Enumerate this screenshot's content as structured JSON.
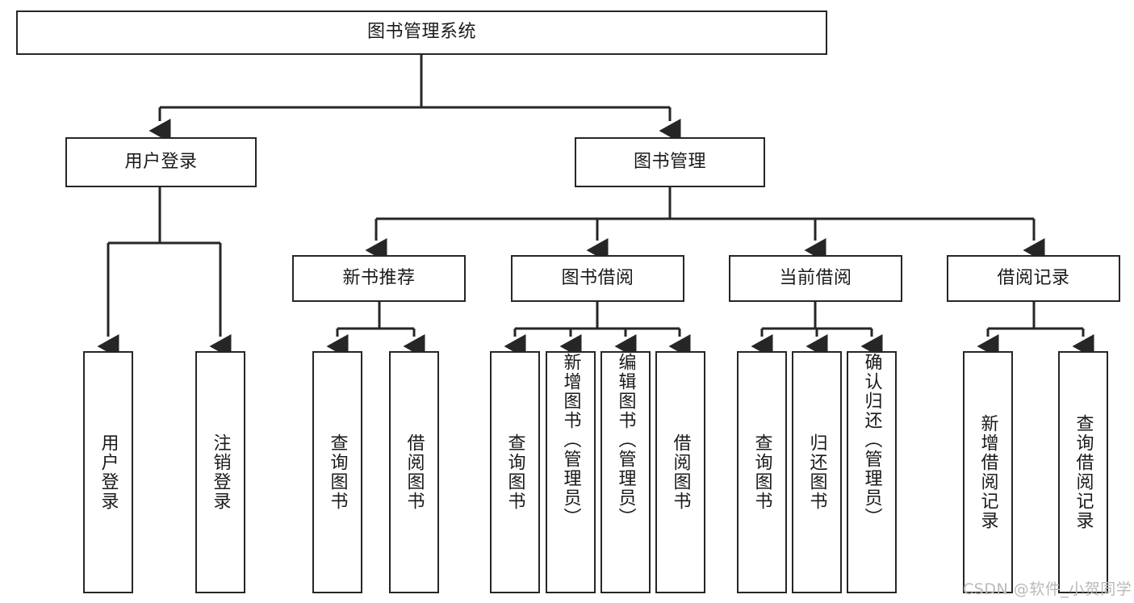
{
  "diagram": {
    "type": "tree-hierarchy",
    "title": "图书管理系统",
    "watermark": "CSDN @软件_小贺同学",
    "colors": {
      "box_border": "#262626",
      "box_fill": "#ffffff",
      "connector": "#262626",
      "text": "#1a1a1a",
      "watermark": "#b9b9b9",
      "background": "#ffffff"
    },
    "levels": [
      {
        "level": 1,
        "nodes": [
          {
            "id": "root",
            "label": "图书管理系统",
            "orientation": "horizontal"
          }
        ]
      },
      {
        "level": 2,
        "nodes": [
          {
            "id": "user-login",
            "label": "用户登录",
            "orientation": "horizontal",
            "parent": "root"
          },
          {
            "id": "book-manage",
            "label": "图书管理",
            "orientation": "horizontal",
            "parent": "root"
          }
        ]
      },
      {
        "level": 3,
        "nodes": [
          {
            "id": "new-book-rec",
            "label": "新书推荐",
            "orientation": "horizontal",
            "parent": "book-manage"
          },
          {
            "id": "book-borrow",
            "label": "图书借阅",
            "orientation": "horizontal",
            "parent": "book-manage"
          },
          {
            "id": "current-borrow",
            "label": "当前借阅",
            "orientation": "horizontal",
            "parent": "book-manage"
          },
          {
            "id": "borrow-record",
            "label": "借阅记录",
            "orientation": "horizontal",
            "parent": "book-manage"
          }
        ]
      },
      {
        "level": 4,
        "nodes": [
          {
            "id": "leaf-user-login",
            "label": "用户登录",
            "orientation": "vertical",
            "parent": "user-login",
            "align": "center"
          },
          {
            "id": "leaf-logout",
            "label": "注销登录",
            "orientation": "vertical",
            "parent": "user-login",
            "align": "center"
          },
          {
            "id": "leaf-query-book-1",
            "label": "查询图书",
            "orientation": "vertical",
            "parent": "new-book-rec",
            "align": "center"
          },
          {
            "id": "leaf-borrow-book-1",
            "label": "借阅图书",
            "orientation": "vertical",
            "parent": "new-book-rec",
            "align": "center"
          },
          {
            "id": "leaf-query-book-2",
            "label": "查询图书",
            "orientation": "vertical",
            "parent": "book-borrow",
            "align": "center"
          },
          {
            "id": "leaf-add-book",
            "label": "新增图书（管理员）",
            "orientation": "vertical",
            "parent": "book-borrow",
            "align": "top"
          },
          {
            "id": "leaf-edit-book",
            "label": "编辑图书（管理员）",
            "orientation": "vertical",
            "parent": "book-borrow",
            "align": "top"
          },
          {
            "id": "leaf-borrow-book-2",
            "label": "借阅图书",
            "orientation": "vertical",
            "parent": "book-borrow",
            "align": "center"
          },
          {
            "id": "leaf-query-book-3",
            "label": "查询图书",
            "orientation": "vertical",
            "parent": "current-borrow",
            "align": "center"
          },
          {
            "id": "leaf-return-book",
            "label": "归还图书",
            "orientation": "vertical",
            "parent": "current-borrow",
            "align": "center"
          },
          {
            "id": "leaf-confirm-return",
            "label": "确认归还（管理员）",
            "orientation": "vertical",
            "parent": "current-borrow",
            "align": "top"
          },
          {
            "id": "leaf-add-record",
            "label": "新增借阅记录",
            "orientation": "vertical",
            "parent": "borrow-record",
            "align": "center"
          },
          {
            "id": "leaf-query-record",
            "label": "查询借阅记录",
            "orientation": "vertical",
            "parent": "borrow-record",
            "align": "center"
          }
        ]
      }
    ]
  }
}
